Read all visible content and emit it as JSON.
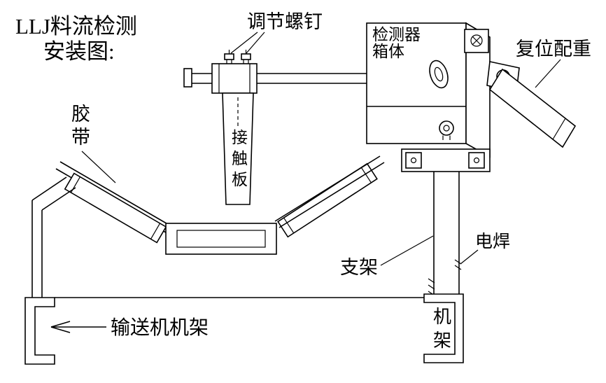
{
  "diagram": {
    "title_line1": "LLJ料流检测",
    "title_line2": "安装图:",
    "labels": {
      "adjust_screw": "调节螺钉",
      "detector_box_line1": "检测器",
      "detector_box_line2": "箱体",
      "reset_weight": "复位配重",
      "belt": "胶带",
      "contact_plate": "接触板",
      "bracket": "支架",
      "weld": "电焊",
      "conveyor_frame": "输送机机架",
      "frame": "机架"
    },
    "colors": {
      "line": "#000000",
      "background": "#ffffff"
    }
  }
}
